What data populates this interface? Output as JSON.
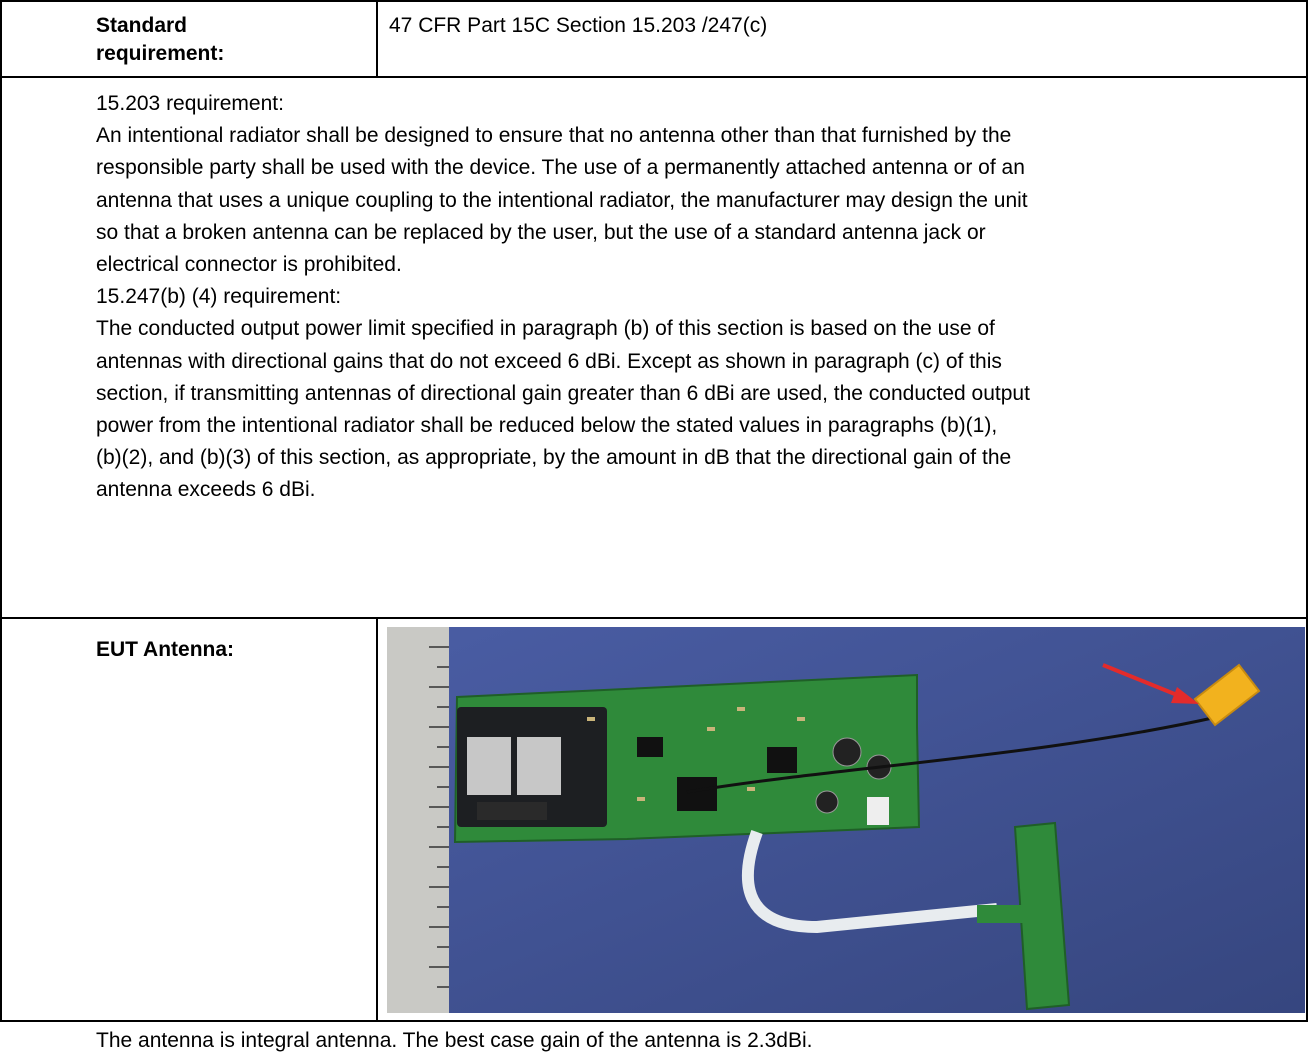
{
  "row1": {
    "label_line1": "Standard",
    "label_line2": "requirement:",
    "value": "47 CFR Part 15C Section 15.203 /247(c)"
  },
  "body": {
    "heading_15_203": "15.203 requirement:",
    "text_15_203_lines": [
      "An intentional radiator shall be designed to ensure that no antenna other than that furnished by the",
      "responsible party shall be used with the device.  The use of a permanently attached antenna or of an",
      "antenna that uses a unique coupling to the intentional radiator, the manufacturer may design the unit",
      "so that a broken antenna can be replaced by the user, but the use of a standard antenna jack or",
      "electrical connector is prohibited."
    ],
    "heading_15_247": "15.247(b) (4) requirement:",
    "text_15_247_lines": [
      "The conducted output power limit specified in paragraph (b) of this section is based on the use of",
      "antennas with directional gains that do not exceed 6 dBi. Except as shown in paragraph (c) of this",
      "section, if transmitting antennas of directional gain greater than 6 dBi are used, the conducted output",
      "power from the intentional radiator shall be reduced below the stated values in paragraphs (b)(1),",
      "(b)(2), and (b)(3) of this section, as appropriate, by the amount in dB that the directional gain of the",
      "antenna exceeds 6 dBi."
    ]
  },
  "antenna_row": {
    "label": "EUT Antenna:",
    "photo_icon": "eut-antenna-photo"
  },
  "conclusion": {
    "text": "The antenna is integral antenna. The best case gain of the antenna is 2.3dBi."
  },
  "colors": {
    "background_photo": "#3e4f94",
    "pcb_green": "#2f8a3a",
    "antenna_yellow": "#f2b21e",
    "arrow_red": "#e32b2b"
  }
}
